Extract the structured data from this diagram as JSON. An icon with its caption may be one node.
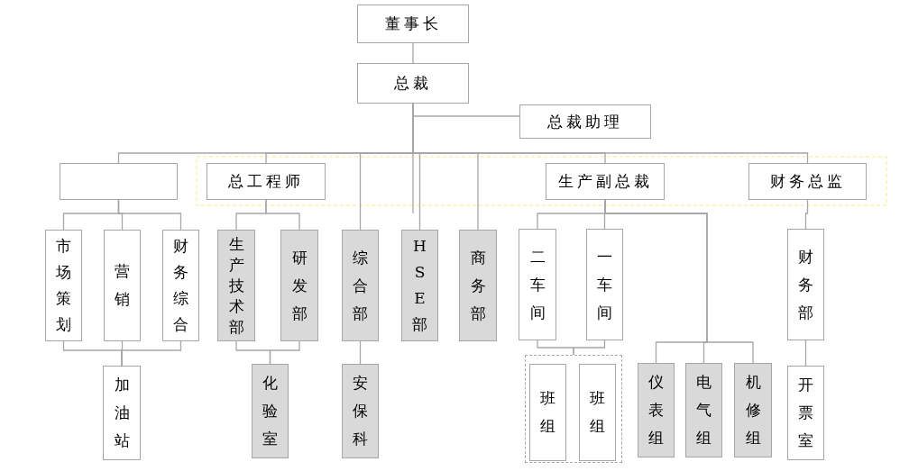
{
  "diagram": {
    "nodes": [
      {
        "text": [
          "董事长"
        ]
      },
      {
        "text": [
          "总裁"
        ]
      },
      {
        "text": [
          "总裁助理"
        ]
      },
      {
        "text": [],
        "shape": "box"
      },
      {
        "text": [
          "总工程师"
        ]
      },
      {
        "text": [
          "综合部"
        ]
      },
      {
        "text": [
          "HSE部"
        ]
      },
      {
        "text": [
          "商务部"
        ]
      },
      {
        "text": [
          "生产副总裁"
        ]
      },
      {
        "text": [
          "财务总监"
        ]
      },
      {
        "text": [
          "市场策划"
        ]
      },
      {
        "text": [
          "营销"
        ]
      },
      {
        "text": [
          "财务综合"
        ]
      },
      {
        "text": [
          "加油站"
        ]
      },
      {
        "text": [
          "生产技术部"
        ]
      },
      {
        "text": [
          "研发部"
        ]
      },
      {
        "text": [
          "化验室"
        ]
      },
      {
        "text": [
          "安保科"
        ]
      },
      {
        "text": [
          "二车间"
        ]
      },
      {
        "text": [
          "一车间"
        ]
      },
      {
        "text": [],
        "shape": "box"
      },
      {
        "text": [
          "班组"
        ],
        "in": 20
      },
      {
        "text": [
          "班组"
        ],
        "in": 20
      },
      {
        "text": [
          "仪表组"
        ]
      },
      {
        "text": [
          "电气组"
        ]
      },
      {
        "text": [
          "机修组"
        ]
      },
      {
        "text": [
          "财务部"
        ]
      },
      {
        "text": [
          "开票室"
        ]
      }
    ],
    "edges": [
      {
        "from": 0,
        "to": 1,
        "arrow": "none"
      },
      {
        "from": 1,
        "to": 2,
        "arrow": "none"
      },
      {
        "from": 1,
        "to": 3,
        "arrow": "none"
      },
      {
        "from": 1,
        "to": 4,
        "arrow": "none"
      },
      {
        "from": 1,
        "to": 5,
        "arrow": "none"
      },
      {
        "from": 1,
        "to": 6,
        "arrow": "none"
      },
      {
        "from": 1,
        "to": 7,
        "arrow": "none"
      },
      {
        "from": 1,
        "to": 8,
        "arrow": "none"
      },
      {
        "from": 1,
        "to": 9,
        "arrow": "none"
      },
      {
        "from": 3,
        "to": 10,
        "arrow": "none"
      },
      {
        "from": 3,
        "to": 11,
        "arrow": "none"
      },
      {
        "from": 3,
        "to": 12,
        "arrow": "none"
      },
      {
        "from": 10,
        "to": 13,
        "arrow": "none"
      },
      {
        "from": 11,
        "to": 13,
        "arrow": "none"
      },
      {
        "from": 12,
        "to": 13,
        "arrow": "none"
      },
      {
        "from": 4,
        "to": 14,
        "arrow": "none"
      },
      {
        "from": 4,
        "to": 15,
        "arrow": "none"
      },
      {
        "from": 14,
        "to": 16,
        "arrow": "none"
      },
      {
        "from": 15,
        "to": 16,
        "arrow": "none"
      },
      {
        "from": 5,
        "to": 17,
        "arrow": "none"
      },
      {
        "from": 8,
        "to": 18,
        "arrow": "none"
      },
      {
        "from": 8,
        "to": 19,
        "arrow": "none"
      },
      {
        "from": 8,
        "to": 23,
        "arrow": "none"
      },
      {
        "from": 8,
        "to": 24,
        "arrow": "none"
      },
      {
        "from": 8,
        "to": 25,
        "arrow": "none"
      },
      {
        "from": 18,
        "to": 20,
        "arrow": "none"
      },
      {
        "from": 19,
        "to": 20,
        "arrow": "none"
      },
      {
        "from": 9,
        "to": 26,
        "arrow": "none"
      },
      {
        "from": 26,
        "to": 27,
        "arrow": "none"
      }
    ]
  }
}
